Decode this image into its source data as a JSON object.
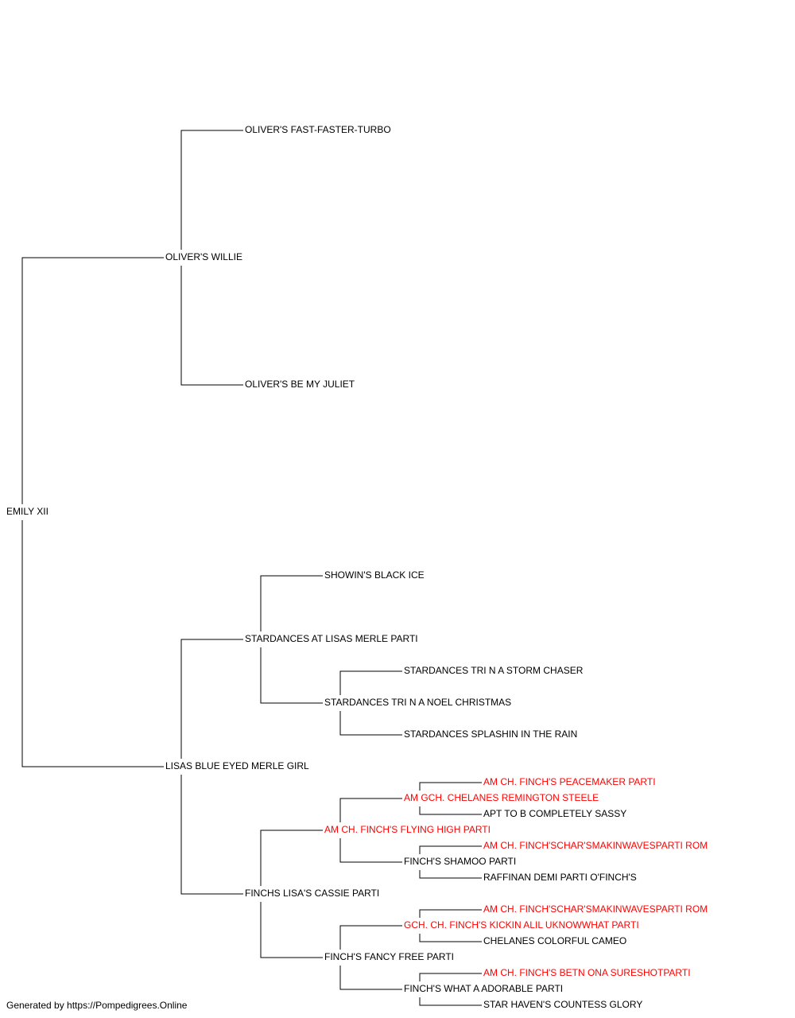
{
  "subject": {
    "name": "EMILY XII",
    "champion": false
  },
  "ancestors": {
    "s": {
      "name": "OLIVER'S WILLIE",
      "champion": false
    },
    "ss": {
      "name": "OLIVER'S FAST-FASTER-TURBO",
      "champion": false
    },
    "sd": {
      "name": "OLIVER'S BE MY JULIET",
      "champion": false
    },
    "d": {
      "name": "LISAS BLUE EYED MERLE GIRL",
      "champion": false
    },
    "ds": {
      "name": "STARDANCES AT LISAS MERLE PARTI",
      "champion": false
    },
    "dss": {
      "name": "SHOWIN'S BLACK ICE",
      "champion": false
    },
    "dsd": {
      "name": "STARDANCES TRI N A NOEL CHRISTMAS",
      "champion": false
    },
    "dsds": {
      "name": "STARDANCES TRI N A STORM CHASER",
      "champion": false
    },
    "dsdd": {
      "name": "STARDANCES SPLASHIN IN THE RAIN",
      "champion": false
    },
    "dd": {
      "name": "FINCHS LISA'S CASSIE PARTI",
      "champion": false
    },
    "dds": {
      "name": "AM CH. FINCH'S FLYING HIGH PARTI",
      "champion": true
    },
    "ddss": {
      "name": "AM GCH. CHELANES REMINGTON STEELE",
      "champion": true
    },
    "ddsss": {
      "name": "AM CH. FINCH'S PEACEMAKER PARTI",
      "champion": true
    },
    "ddssd": {
      "name": "APT TO B COMPLETELY SASSY",
      "champion": false
    },
    "ddsd": {
      "name": "FINCH'S SHAMOO PARTI",
      "champion": false
    },
    "ddsds": {
      "name": "AM CH. FINCH'SCHAR'SMAKINWAVESPARTI ROM",
      "champion": true
    },
    "ddsdd": {
      "name": "RAFFINAN DEMI PARTI O'FINCH'S",
      "champion": false
    },
    "ddd": {
      "name": "FINCH'S FANCY FREE PARTI",
      "champion": false
    },
    "ddds": {
      "name": "GCH. CH. FINCH'S KICKIN ALIL UKNOWWHAT PARTI",
      "champion": true
    },
    "dddss": {
      "name": "AM CH. FINCH'SCHAR'SMAKINWAVESPARTI ROM",
      "champion": true
    },
    "dddsd": {
      "name": "CHELANES COLORFUL CAMEO",
      "champion": false
    },
    "dddd": {
      "name": "FINCH'S WHAT A ADORABLE PARTI",
      "champion": false
    },
    "dddds": {
      "name": "AM CH. FINCH'S BETN ONA SURESHOTPARTI",
      "champion": true
    },
    "ddddd": {
      "name": "STAR HAVEN'S COUNTESS GLORY",
      "champion": false
    }
  },
  "footer": {
    "text": "Generated by https://Pompedigrees.Online"
  },
  "colors": {
    "normal": "#000000",
    "champion": "#ff0000",
    "line": "#000000",
    "background": "#ffffff"
  }
}
